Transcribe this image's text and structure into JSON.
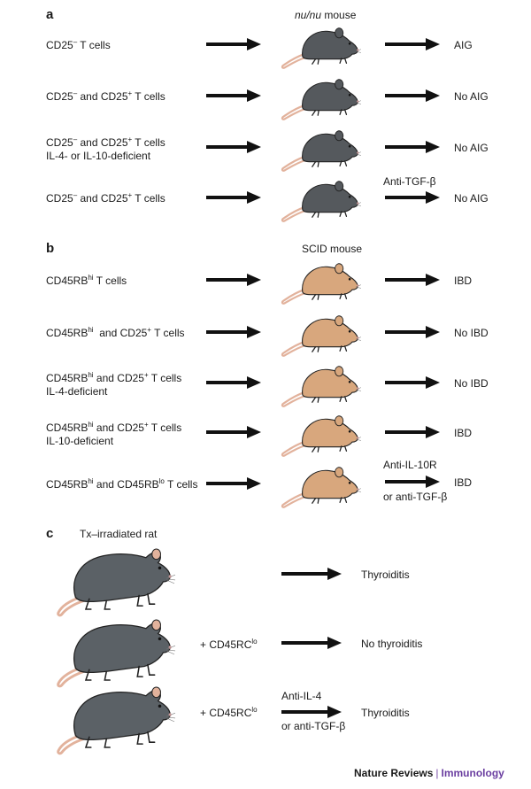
{
  "panel_a": {
    "letter": "a",
    "header_italic": "nu/nu",
    "header_rest": " mouse",
    "rows": [
      {
        "line1_parts": [
          "CD25",
          "–",
          " T cells"
        ],
        "line2": "",
        "treatment_top": "",
        "treatment_bottom": "",
        "result": "AIG"
      },
      {
        "line1_parts": [
          "CD25",
          "–",
          " and CD25",
          "+",
          " T cells"
        ],
        "line2": "",
        "treatment_top": "",
        "treatment_bottom": "",
        "result": "No AIG"
      },
      {
        "line1_parts": [
          "CD25",
          "–",
          " and CD25",
          "+",
          " T cells"
        ],
        "line2": "IL-4- or IL-10-deficient",
        "treatment_top": "",
        "treatment_bottom": "",
        "result": "No AIG"
      },
      {
        "line1_parts": [
          "CD25",
          "–",
          " and CD25",
          "+",
          " T cells"
        ],
        "line2": "",
        "treatment_top": "Anti-TGF-β",
        "treatment_bottom": "",
        "result": "No AIG"
      }
    ]
  },
  "panel_b": {
    "letter": "b",
    "header": "SCID mouse",
    "rows": [
      {
        "line1_parts": [
          "CD45RB",
          "hi",
          " T cells"
        ],
        "line2": "",
        "treatment_top": "",
        "treatment_bottom": "",
        "result": "IBD"
      },
      {
        "line1_parts": [
          "CD45RB",
          "hi",
          "  and CD25",
          "+",
          " T cells"
        ],
        "line2": "",
        "treatment_top": "",
        "treatment_bottom": "",
        "result": "No IBD"
      },
      {
        "line1_parts": [
          "CD45RB",
          "hi",
          " and CD25",
          "+",
          " T cells"
        ],
        "line2": "IL-4-deficient",
        "treatment_top": "",
        "treatment_bottom": "",
        "result": "No IBD"
      },
      {
        "line1_parts": [
          "CD45RB",
          "hi",
          " and CD25",
          "+",
          " T cells"
        ],
        "line2": "IL-10-deficient",
        "treatment_top": "",
        "treatment_bottom": "",
        "result": "IBD"
      },
      {
        "line1_parts": [
          "CD45RB",
          "hi",
          " and CD45RB",
          "lo",
          " T cells"
        ],
        "line2": "",
        "treatment_top": "Anti-IL-10R",
        "treatment_bottom": "or anti-TGF-β",
        "result": "IBD"
      }
    ]
  },
  "panel_c": {
    "letter": "c",
    "header": "Tx–irradiated rat",
    "rows": [
      {
        "addition_parts": [
          "",
          "",
          ""
        ],
        "treatment_top": "",
        "treatment_bottom": "",
        "result": "Thyroiditis"
      },
      {
        "addition_parts": [
          "+ CD45RC",
          "lo",
          ""
        ],
        "treatment_top": "",
        "treatment_bottom": "",
        "result": "No thyroiditis"
      },
      {
        "addition_parts": [
          "+ CD45RC",
          "lo",
          ""
        ],
        "treatment_top": "Anti-IL-4",
        "treatment_bottom": "or anti-TGF-β",
        "result": "Thyroiditis"
      }
    ]
  },
  "footer": {
    "brand": "Nature Reviews",
    "separator": "|",
    "journal": "Immunology"
  },
  "colors": {
    "nude_mouse": "#55595d",
    "scid_mouse": "#d8a77d",
    "rat": "#5b6166",
    "tail": "#e2b29c",
    "arrow": "#111111",
    "journal": "#6a3ea0"
  }
}
